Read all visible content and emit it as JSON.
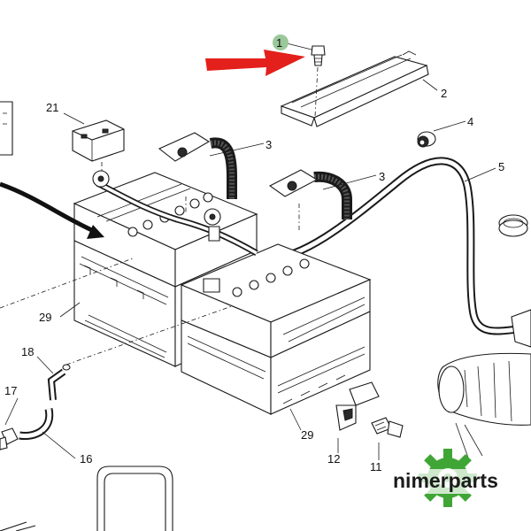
{
  "callouts": [
    "1",
    "2",
    "3",
    "3",
    "4",
    "5",
    "11",
    "12",
    "16",
    "17",
    "18",
    "21",
    "29",
    "29"
  ],
  "watermark": {
    "text": "nimerparts",
    "brand_color": "#3fa535"
  },
  "colors": {
    "arrow_red": "#e3201b",
    "callout_circle": "#9bc89a"
  }
}
